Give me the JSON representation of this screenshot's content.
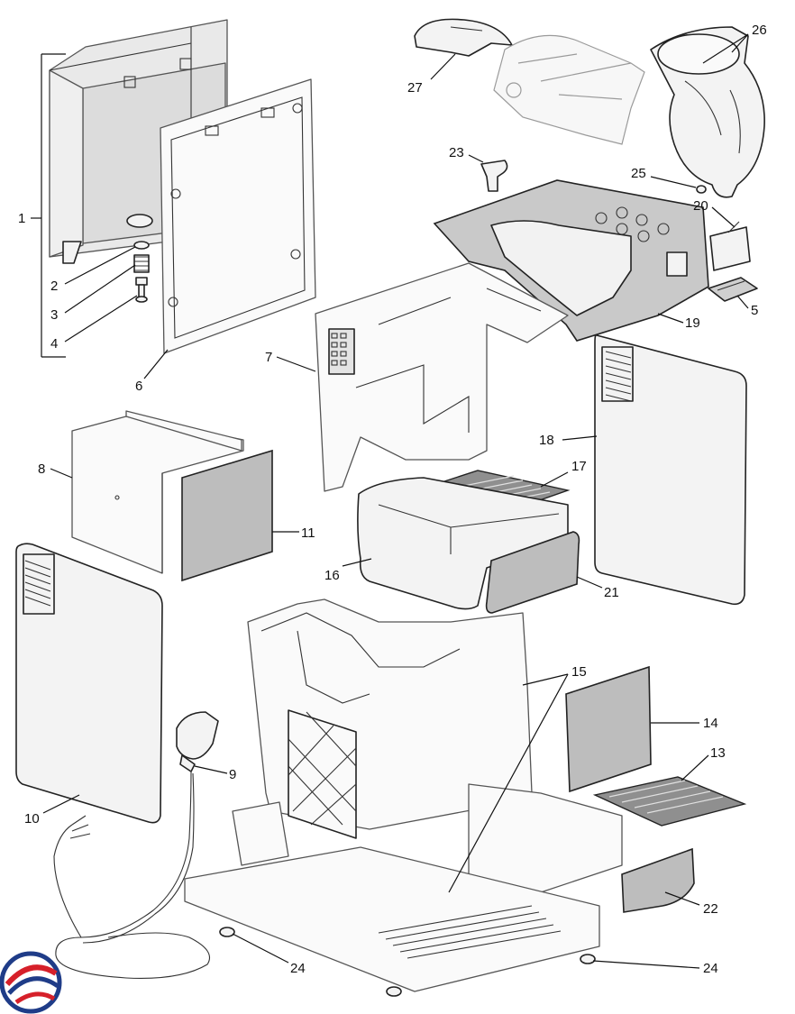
{
  "diagram": {
    "type": "exploded-parts-view",
    "callouts": [
      {
        "id": "c1",
        "label": "1"
      },
      {
        "id": "c2",
        "label": "2"
      },
      {
        "id": "c3",
        "label": "3"
      },
      {
        "id": "c4",
        "label": "4"
      },
      {
        "id": "c5",
        "label": "5"
      },
      {
        "id": "c6",
        "label": "6"
      },
      {
        "id": "c7",
        "label": "7"
      },
      {
        "id": "c8",
        "label": "8"
      },
      {
        "id": "c9",
        "label": "9"
      },
      {
        "id": "c10",
        "label": "10"
      },
      {
        "id": "c11",
        "label": "11"
      },
      {
        "id": "c13",
        "label": "13"
      },
      {
        "id": "c14",
        "label": "14"
      },
      {
        "id": "c15",
        "label": "15"
      },
      {
        "id": "c16",
        "label": "16"
      },
      {
        "id": "c17",
        "label": "17"
      },
      {
        "id": "c18",
        "label": "18"
      },
      {
        "id": "c19",
        "label": "19"
      },
      {
        "id": "c20",
        "label": "20"
      },
      {
        "id": "c21",
        "label": "21"
      },
      {
        "id": "c22",
        "label": "22"
      },
      {
        "id": "c23",
        "label": "23"
      },
      {
        "id": "c24a",
        "label": "24"
      },
      {
        "id": "c24b",
        "label": "24"
      },
      {
        "id": "c25",
        "label": "25"
      },
      {
        "id": "c26",
        "label": "26"
      },
      {
        "id": "c27",
        "label": "27"
      }
    ]
  }
}
